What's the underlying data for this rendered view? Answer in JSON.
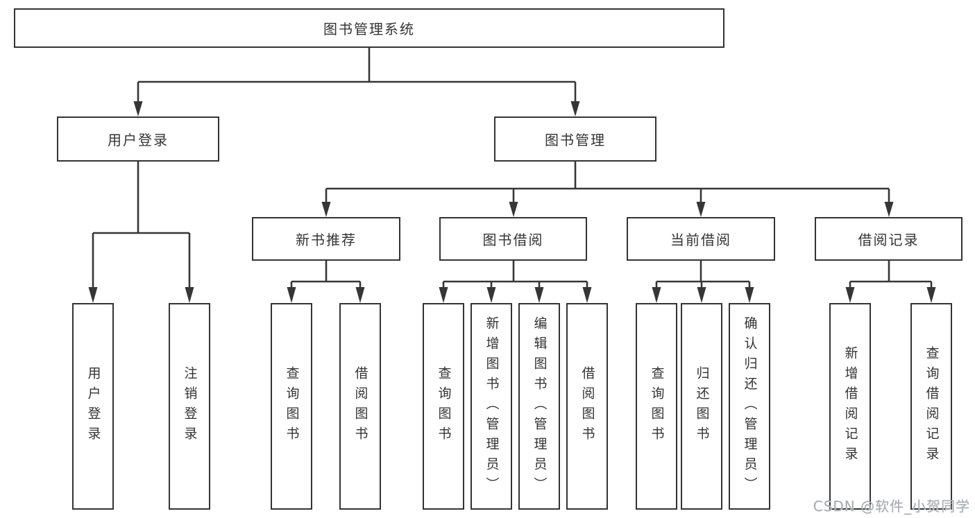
{
  "tree": {
    "root": {
      "label": "图书管理系统"
    },
    "modules": [
      {
        "label": "用户登录",
        "children": [
          {
            "label": "用户登录"
          },
          {
            "label": "注销登录"
          }
        ]
      },
      {
        "label": "图书管理",
        "sections": [
          {
            "label": "新书推荐",
            "children": [
              {
                "label": "查询图书"
              },
              {
                "label": "借阅图书"
              }
            ]
          },
          {
            "label": "图书借阅",
            "children": [
              {
                "label": "查询图书"
              },
              {
                "label": "新增图书（管理员）"
              },
              {
                "label": "编辑图书（管理员）"
              },
              {
                "label": "借阅图书"
              }
            ]
          },
          {
            "label": "当前借阅",
            "children": [
              {
                "label": "查询图书"
              },
              {
                "label": "归还图书"
              },
              {
                "label": "确认归还（管理员）"
              }
            ]
          },
          {
            "label": "借阅记录",
            "children": [
              {
                "label": "新增借阅记录"
              },
              {
                "label": "查询借阅记录"
              }
            ]
          }
        ]
      }
    ]
  },
  "watermark": {
    "text": "CSDN @软件_小贺同学"
  },
  "colors": {
    "line": "#363636",
    "box_border": "#333333",
    "text": "#333333",
    "watermark": "#a9acb1",
    "background": "#ffffff"
  }
}
